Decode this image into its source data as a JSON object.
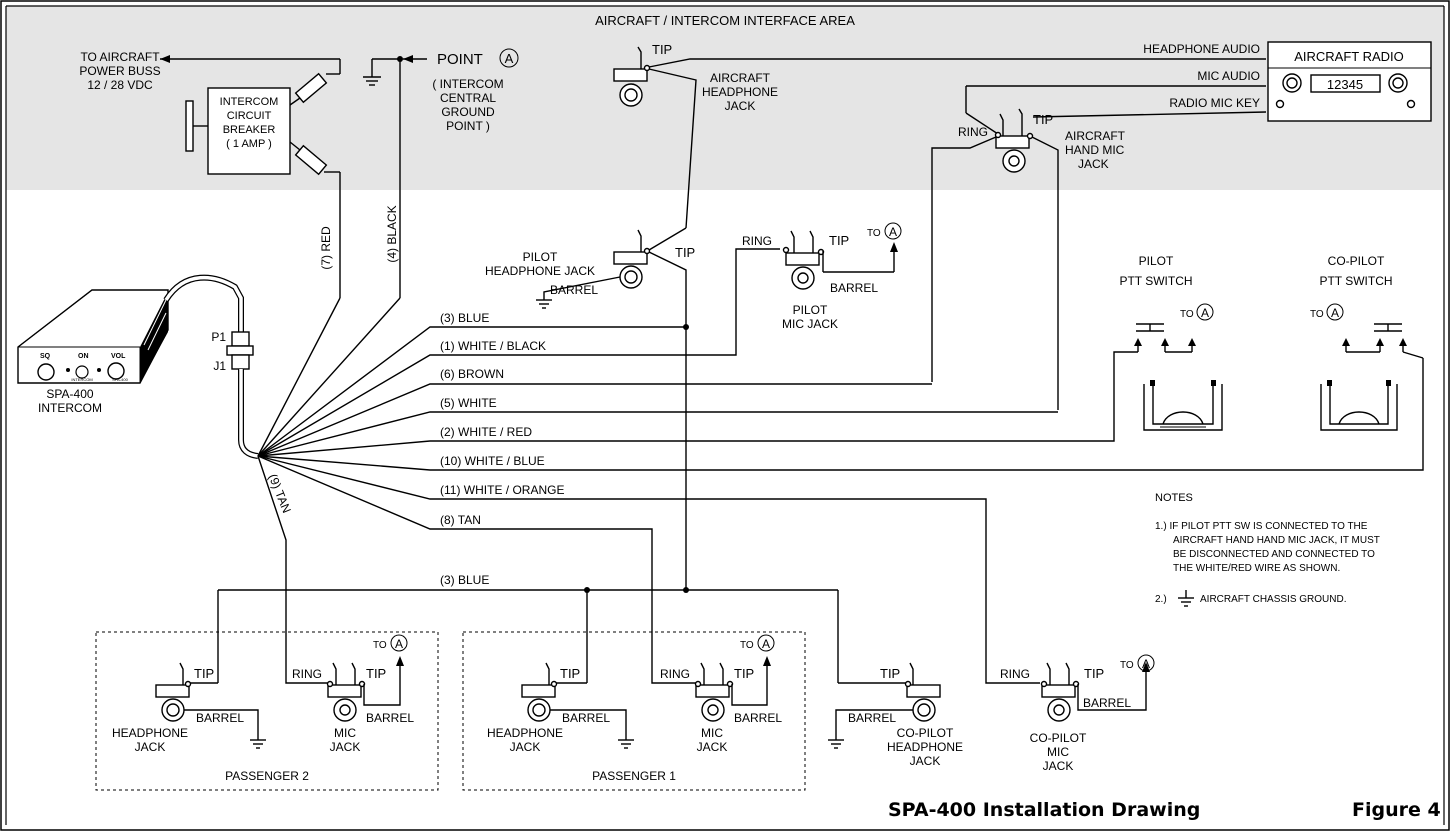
{
  "header": {
    "area_label": "AIRCRAFT / INTERCOM INTERFACE AREA"
  },
  "power": {
    "line1": "TO AIRCRAFT",
    "line2": "POWER BUSS",
    "line3": "12 / 28 VDC"
  },
  "breaker": {
    "line1": "INTERCOM",
    "line2": "CIRCUIT",
    "line3": "BREAKER",
    "line4": "( 1 AMP )"
  },
  "point_a": {
    "label": "POINT",
    "letter": "A",
    "desc1": "( INTERCOM",
    "desc2": "CENTRAL",
    "desc3": "GROUND",
    "desc4": "POINT )"
  },
  "aircraft_headphone_jack": {
    "tip": "TIP",
    "line1": "AIRCRAFT",
    "line2": "HEADPHONE",
    "line3": "JACK"
  },
  "aircraft_radio": {
    "title": "AIRCRAFT RADIO",
    "display": "12345",
    "headphone_audio": "HEADPHONE AUDIO",
    "mic_audio": "MIC AUDIO",
    "radio_mic_key": "RADIO MIC KEY"
  },
  "aircraft_hand_mic_jack": {
    "ring": "RING",
    "tip": "TIP",
    "line1": "AIRCRAFT",
    "line2": "HAND MIC",
    "line3": "JACK"
  },
  "intercom": {
    "name1": "SPA-400",
    "name2": "INTERCOM",
    "p1": "P1",
    "j1": "J1",
    "sq": "SQ",
    "on": "ON",
    "vol": "VOL",
    "brand": "INTERCOM",
    "model": "SPA-400"
  },
  "wires": {
    "red": "(7) RED",
    "black": "(4) BLACK",
    "blue": "(3) BLUE",
    "white_black": "(1) WHITE / BLACK",
    "brown": "(6) BROWN",
    "white": "(5) WHITE",
    "white_red": "(2) WHITE / RED",
    "white_blue": "(10) WHITE / BLUE",
    "white_orange": "(11) WHITE / ORANGE",
    "tan8": "(8) TAN",
    "tan9": "(9) TAN",
    "blue_bus": "(3) BLUE"
  },
  "pilot_headphone_jack": {
    "line1": "PILOT",
    "line2": "HEADPHONE JACK",
    "tip": "TIP",
    "barrel": "BARREL"
  },
  "pilot_mic_jack": {
    "ring": "RING",
    "tip": "TIP",
    "to": "TO",
    "a": "A",
    "barrel": "BARREL",
    "line1": "PILOT",
    "line2": "MIC JACK"
  },
  "pilot_ptt": {
    "line1": "PILOT",
    "line2": "PTT SWITCH",
    "to": "TO",
    "a": "A"
  },
  "copilot_ptt": {
    "line1": "CO-PILOT",
    "line2": "PTT SWITCH",
    "to": "TO",
    "a": "A"
  },
  "notes": {
    "title": "NOTES",
    "n1_l1": "1.) IF PILOT PTT SW IS CONNECTED TO THE",
    "n1_l2": "AIRCRAFT HAND HAND MIC JACK, IT MUST",
    "n1_l3": "BE DISCONNECTED AND CONNECTED TO",
    "n1_l4": "THE WHITE/RED WIRE AS SHOWN.",
    "n2_num": "2.)",
    "n2_text": "AIRCRAFT CHASSIS GROUND."
  },
  "passenger2": {
    "label": "PASSENGER 2",
    "hp_tip": "TIP",
    "hp_barrel": "BARREL",
    "hp_line1": "HEADPHONE",
    "hp_line2": "JACK",
    "mic_ring": "RING",
    "mic_tip": "TIP",
    "mic_barrel": "BARREL",
    "mic_line1": "MIC",
    "mic_line2": "JACK",
    "to": "TO",
    "a": "A"
  },
  "passenger1": {
    "label": "PASSENGER 1",
    "hp_tip": "TIP",
    "hp_barrel": "BARREL",
    "hp_line1": "HEADPHONE",
    "hp_line2": "JACK",
    "mic_ring": "RING",
    "mic_tip": "TIP",
    "mic_barrel": "BARREL",
    "mic_line1": "MIC",
    "mic_line2": "JACK",
    "to": "TO",
    "a": "A"
  },
  "copilot_headphone_jack": {
    "tip": "TIP",
    "barrel": "BARREL",
    "line1": "CO-PILOT",
    "line2": "HEADPHONE",
    "line3": "JACK"
  },
  "copilot_mic_jack": {
    "ring": "RING",
    "tip": "TIP",
    "barrel": "BARREL",
    "to": "TO",
    "a": "A",
    "line1": "CO-PILOT",
    "line2": "MIC",
    "line3": "JACK"
  },
  "footer": {
    "title": "SPA-400 Installation Drawing",
    "figure": "Figure 4"
  }
}
